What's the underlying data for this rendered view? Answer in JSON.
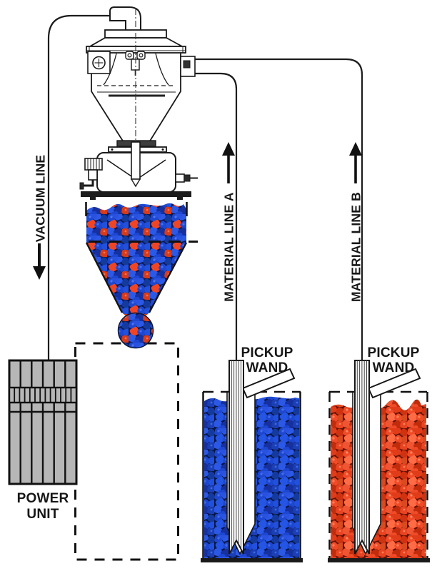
{
  "diagram": {
    "type": "equipment-schematic",
    "system": "vacuum conveying loader with two material pickup lines",
    "labels": {
      "vacuum_line": "VACUUM LINE",
      "material_line_a": "MATERIAL LINE A",
      "material_line_b": "MATERIAL LINE B",
      "pickup_wand_a": "PICKUP WAND",
      "pickup_wand_b": "PICKUP WAND",
      "power_unit": "POWER UNIT"
    },
    "arrows": {
      "vacuum_line_direction": "down",
      "material_line_a_direction": "up",
      "material_line_b_direction": "up"
    },
    "colors": {
      "line_art": "#1a1a1a",
      "power_unit_fill": "#b6b6b6",
      "pellets_blue": "#1d47d0",
      "pellets_red": "#ee4526",
      "background": "#ffffff"
    },
    "materials": {
      "container_a": "blue pellets",
      "container_b": "red pellets",
      "receiver_hopper": "blue and red pellet mix"
    }
  }
}
